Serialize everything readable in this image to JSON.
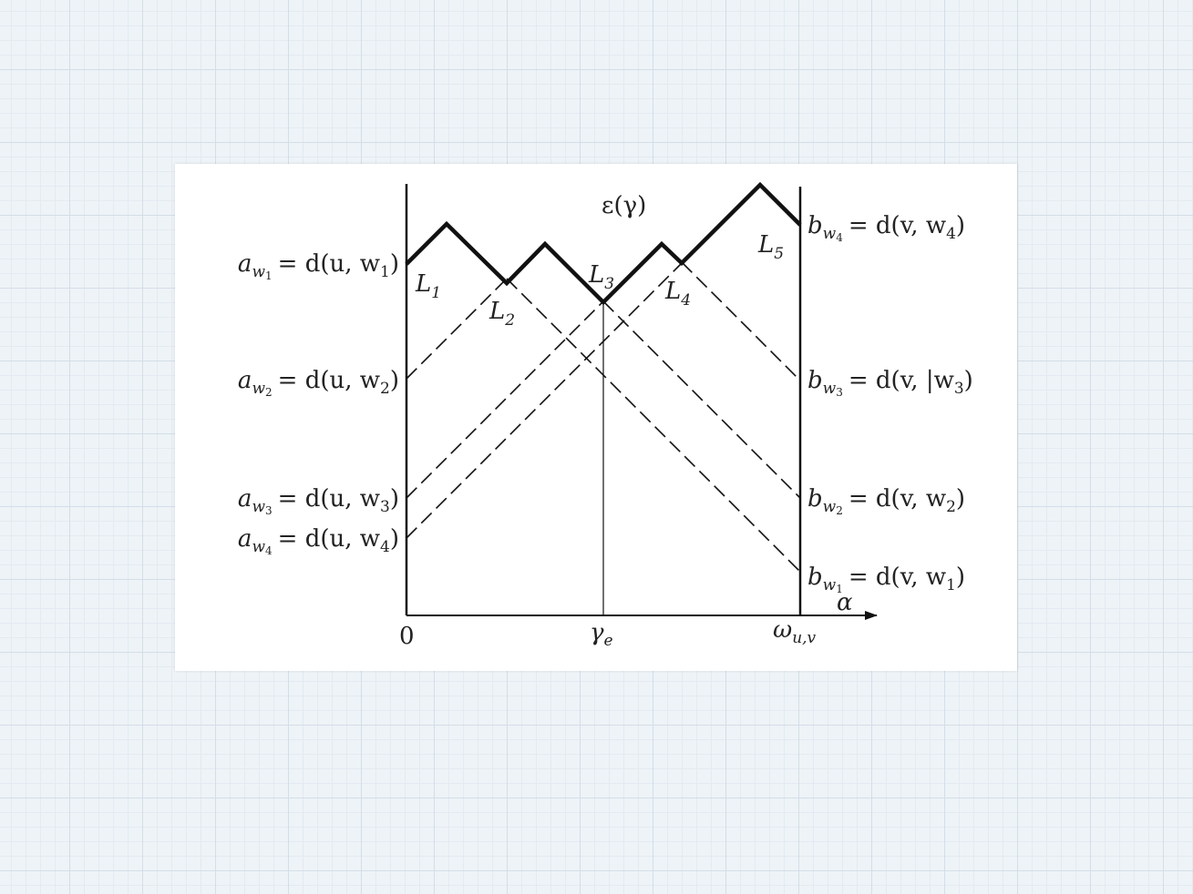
{
  "diagram": {
    "title": "ε(γ)",
    "axis": {
      "x_label": "α",
      "origin": "0",
      "gamma_e": "γ",
      "gamma_e_sub": "e",
      "omega": "ω",
      "omega_sub": "u,v"
    },
    "left_labels": [
      {
        "pre": "a",
        "sub": "w",
        "subsub": "1",
        "rhs": "= d(u, w",
        "idx": "1",
        "close": ")"
      },
      {
        "pre": "a",
        "sub": "w",
        "subsub": "2",
        "rhs": "= d(u, w",
        "idx": "2",
        "close": ")"
      },
      {
        "pre": "a",
        "sub": "w",
        "subsub": "3",
        "rhs": "= d(u, w",
        "idx": "3",
        "close": ")"
      },
      {
        "pre": "a",
        "sub": "w",
        "subsub": "4",
        "rhs": "= d(u, w",
        "idx": "4",
        "close": ")"
      }
    ],
    "right_labels": [
      {
        "pre": "b",
        "sub": "w",
        "subsub": "4",
        "rhs": "= d(v, w",
        "idx": "4",
        "close": ")"
      },
      {
        "pre": "b",
        "sub": "w",
        "subsub": "3",
        "rhs": "= d(v, |w",
        "idx": "3",
        "close": ")"
      },
      {
        "pre": "b",
        "sub": "w",
        "subsub": "2",
        "rhs": "= d(v, w",
        "idx": "2",
        "close": ")"
      },
      {
        "pre": "b",
        "sub": "w",
        "subsub": "1",
        "rhs": "= d(v, w",
        "idx": "1",
        "close": ")"
      }
    ],
    "segment_labels": [
      {
        "name": "L",
        "sub": "1"
      },
      {
        "name": "L",
        "sub": "2"
      },
      {
        "name": "L",
        "sub": "3"
      },
      {
        "name": "L",
        "sub": "4"
      },
      {
        "name": "L",
        "sub": "5"
      }
    ]
  }
}
